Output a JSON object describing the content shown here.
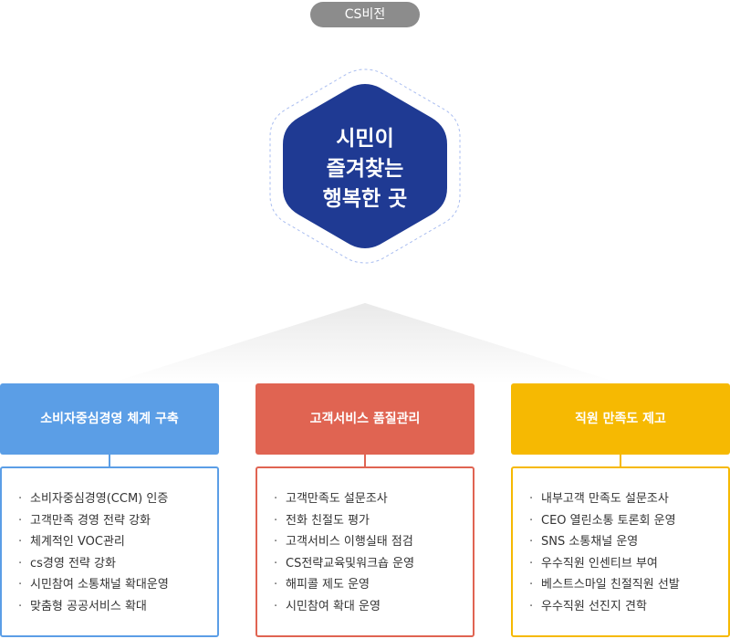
{
  "header": {
    "pill_label": "CS비전"
  },
  "vision": {
    "lines": [
      "시민이",
      "즐겨찾는",
      "행복한 곳"
    ]
  },
  "colors": {
    "hex_fill": "#1f3a93",
    "col1": "#5b9ee6",
    "col2": "#e06452",
    "col3": "#f6b902"
  },
  "columns": [
    {
      "title": "소비자중심경영 체계 구축",
      "items": [
        "소비자중심경영(CCM) 인증",
        "고객만족 경영 전략 강화",
        "체계적인 VOC관리",
        "cs경영 전략 강화",
        "시민참여 소통채널 확대운영",
        "맞춤형 공공서비스 확대"
      ]
    },
    {
      "title": "고객서비스 품질관리",
      "items": [
        "고객만족도 설문조사",
        "전화 친절도 평가",
        "고객서비스 이행실태 점검",
        "CS전략교육및워크숍 운영",
        "해피콜 제도 운영",
        "시민참여 확대 운영"
      ]
    },
    {
      "title": "직원 만족도 제고",
      "items": [
        "내부고객 만족도 설문조사",
        "CEO 열린소통 토론회 운영",
        "SNS 소통채널 운영",
        "우수직원 인센티브 부여",
        "베스트스마일 친절직원 선발",
        "우수직원 선진지 견학"
      ]
    }
  ]
}
